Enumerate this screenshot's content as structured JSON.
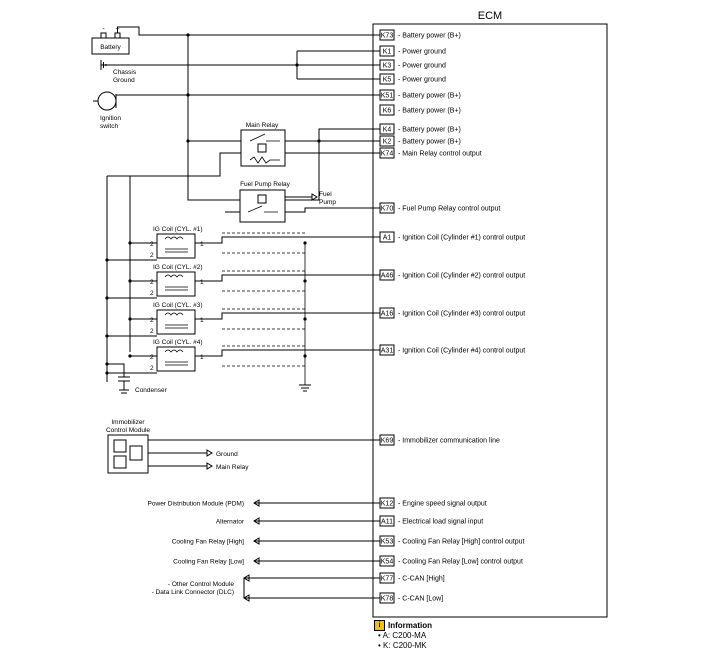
{
  "ecm": {
    "title": "ECM"
  },
  "components": {
    "battery": "Battery",
    "chassis_ground": [
      "Chassis",
      "Ground"
    ],
    "ignition_switch": [
      "Ignition",
      "switch"
    ],
    "main_relay": "Main Relay",
    "fuel_pump_relay": "Fuel Pump Relay",
    "fuel_pump": [
      "Fuel",
      "Pump"
    ],
    "ig_coils": [
      "IG Coil (CYL. #1)",
      "IG Coil (CYL. #2)",
      "IG Coil (CYL. #3)",
      "IG Coil (CYL. #4)"
    ],
    "coil_pin_a": "2",
    "coil_pin_b": "1",
    "condenser": "Condenser",
    "immobilizer": [
      "Immobilizer",
      "Control Module"
    ],
    "immo_ground": "Ground",
    "immo_main_relay": "Main Relay",
    "battery_plus": "+",
    "battery_minus": "-"
  },
  "pins": [
    {
      "pin": "K73",
      "label": "Battery power (B+)"
    },
    {
      "pin": "K1",
      "label": "Power ground"
    },
    {
      "pin": "K3",
      "label": "Power ground"
    },
    {
      "pin": "K5",
      "label": "Power ground"
    },
    {
      "pin": "K51",
      "label": "Battery power (B+)"
    },
    {
      "pin": "K6",
      "label": "Battery power (B+)"
    },
    {
      "pin": "K4",
      "label": "Battery power (B+)"
    },
    {
      "pin": "K2",
      "label": "Battery power (B+)"
    },
    {
      "pin": "K74",
      "label": "Main Relay control output"
    },
    {
      "pin": "K70",
      "label": "Fuel Pump Relay control output"
    },
    {
      "pin": "A1",
      "label": "Ignition Coil (Cylinder #1) control output"
    },
    {
      "pin": "A46",
      "label": "Ignition Coil (Cylinder #2) control output"
    },
    {
      "pin": "A16",
      "label": "Ignition Coil (Cylinder #3) control output"
    },
    {
      "pin": "A31",
      "label": "Ignition Coil (Cylinder #4) control output"
    },
    {
      "pin": "K69",
      "label": "Immobilizer communication line"
    },
    {
      "pin": "K12",
      "label": "Engine speed signal output"
    },
    {
      "pin": "A11",
      "label": "Electrical load signal input"
    },
    {
      "pin": "K53",
      "label": "Cooling Fan Relay [High] control output"
    },
    {
      "pin": "K54",
      "label": "Cooling Fan Relay [Low] control output"
    },
    {
      "pin": "K77",
      "label": "C-CAN [High]"
    },
    {
      "pin": "K78",
      "label": "C-CAN [Low]"
    }
  ],
  "outputs": [
    "Power Distribution Module (PDM)",
    "Alternator",
    "Cooling Fan Relay [High]",
    "Cooling Fan Relay [Low]"
  ],
  "can_targets": [
    "- Other Control Module",
    "- Data Link Connector (DLC)"
  ],
  "information": {
    "title": "Information",
    "items": [
      "A: C200-MA",
      "K: C200-MK"
    ]
  }
}
